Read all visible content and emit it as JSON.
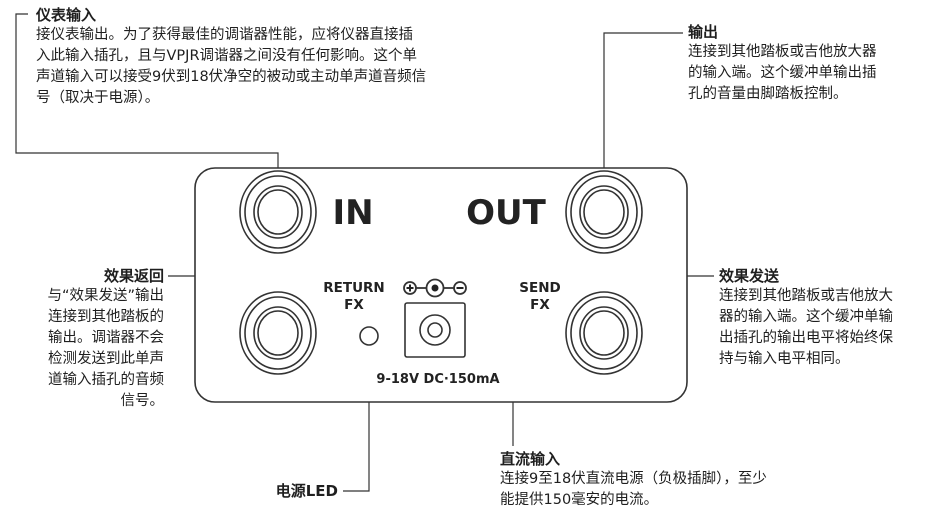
{
  "panel": {
    "in_label": "IN",
    "out_label": "OUT",
    "return_label_1": "RETURN",
    "return_label_2": "FX",
    "send_label_1": "SEND",
    "send_label_2": "FX",
    "dc_label": "9-18V DC·150mA"
  },
  "callouts": {
    "input": {
      "title": "仪表输入",
      "lines": [
        "接仪表输出。为了获得最佳的调谐器性能，应将仪器直接插",
        "入此输入插孔，且与VPJR调谐器之间没有任何影响。这个单",
        "声道输入可以接受9伏到18伏净空的被动或主动单声道音频信",
        "号（取决于电源）。"
      ]
    },
    "output": {
      "title": "输出",
      "lines": [
        "连接到其他踏板或吉他放大器",
        "的输入端。这个缓冲单输出插",
        "孔的音量由脚踏板控制。"
      ]
    },
    "fx_return": {
      "title": "效果返回",
      "lines": [
        "与“效果发送”输出",
        "连接到其他踏板的",
        "输出。调谐器不会",
        "检测发送到此单声",
        "道输入插孔的音频",
        "信号。"
      ]
    },
    "fx_send": {
      "title": "效果发送",
      "lines": [
        "连接到其他踏板或吉他放大",
        "器的输入端。这个缓冲单输",
        "出插孔的输出电平将始终保",
        "持与输入电平相同。"
      ]
    },
    "dc_input": {
      "title": "直流输入",
      "lines": [
        "连接9至18伏直流电源（负极插脚），至少",
        "能提供150毫安的电流。"
      ]
    },
    "led": {
      "title": "电源LED"
    }
  }
}
